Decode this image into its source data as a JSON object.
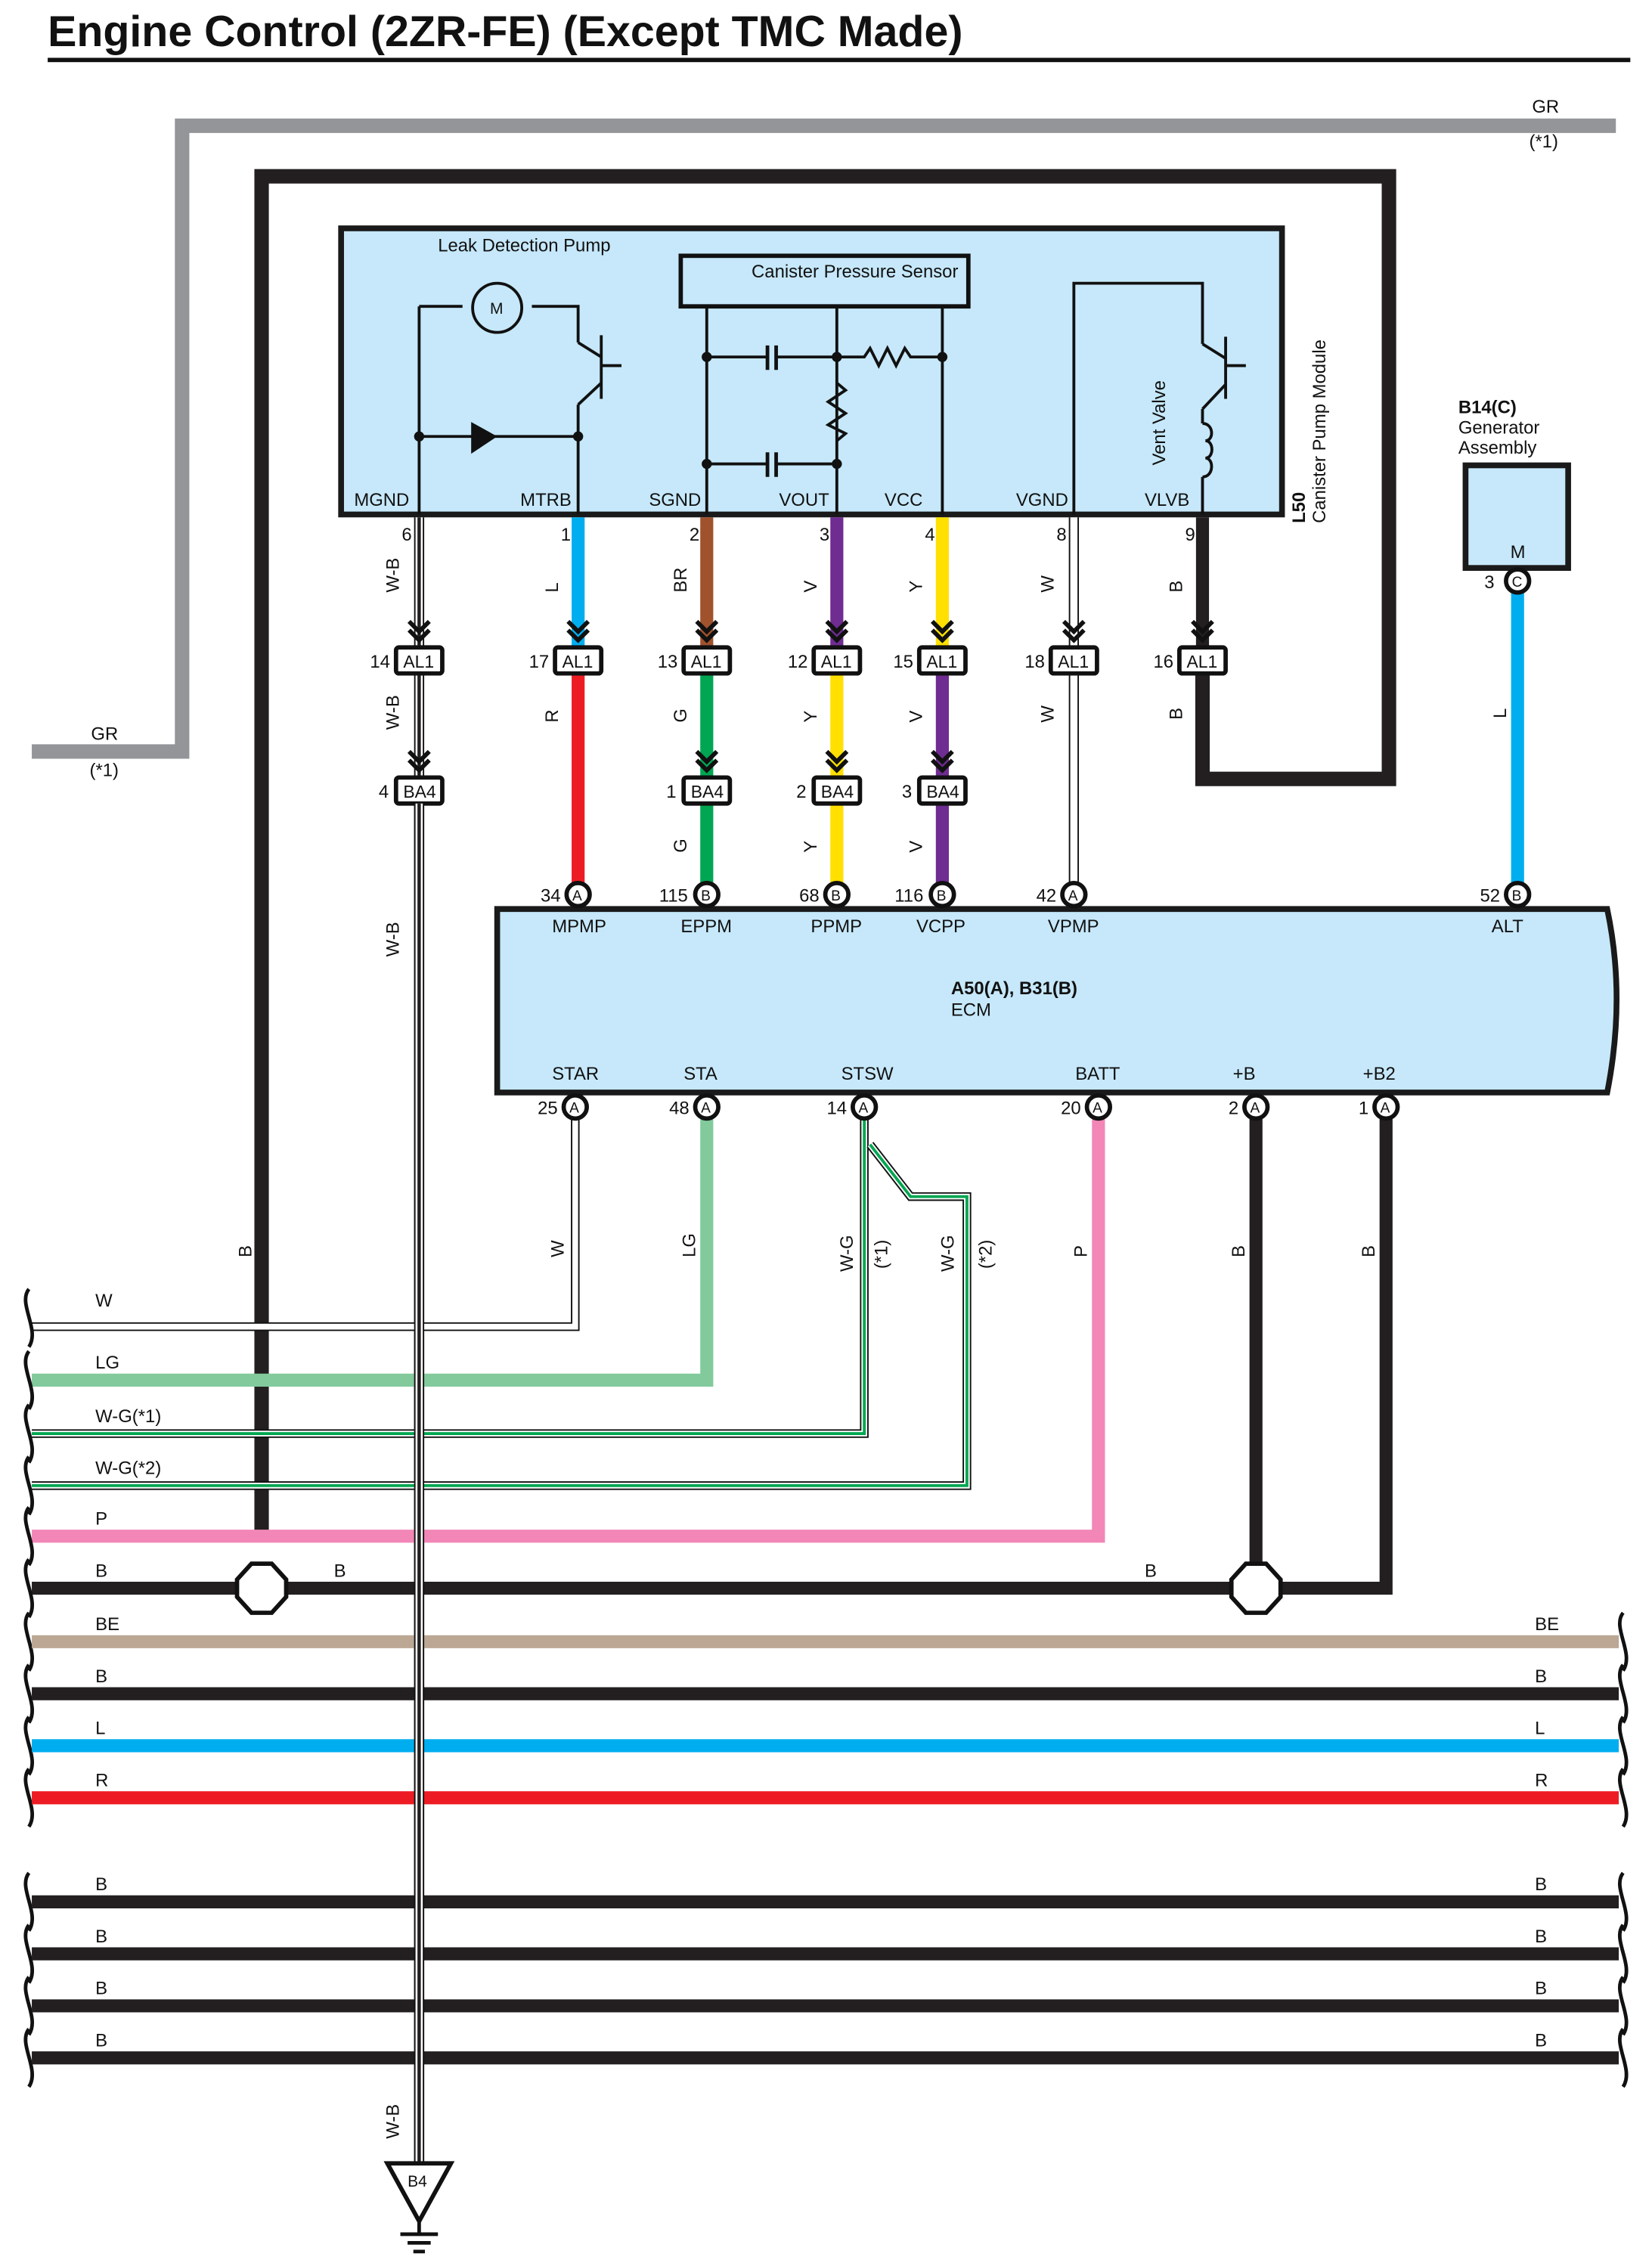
{
  "title": "Engine Control (2ZR-FE) (Except TMC Made)",
  "colors": {
    "GR": "#939598",
    "B": "#231f20",
    "L": "#00aeef",
    "BR": "#a0522d",
    "V": "#6f2c91",
    "Y": "#ffe000",
    "R": "#ed1c24",
    "G": "#00a651",
    "LG": "#82ca9c",
    "P": "#f287b7",
    "BE": "#bca795",
    "W": "#ffffff",
    "component_fill": "#c6e8fa"
  },
  "canister_module": {
    "id": "L50",
    "name": "Canister Pump Module",
    "leak_pump_label": "Leak Detection Pump",
    "motor_symbol": "M",
    "pressure_sensor_label": "Canister Pressure Sensor",
    "vent_valve_label": "Vent Valve",
    "pins": [
      {
        "name": "MGND",
        "pin": "6",
        "wire": "W-B",
        "al1": "14",
        "wire2": "W-B",
        "ba4": "4",
        "wire3": "W-B"
      },
      {
        "name": "MTRB",
        "pin": "1",
        "wire": "L",
        "al1": "17",
        "wire2": "R"
      },
      {
        "name": "SGND",
        "pin": "2",
        "wire": "BR",
        "al1": "13",
        "wire2": "G",
        "ba4": "1",
        "wire3": "G"
      },
      {
        "name": "VOUT",
        "pin": "3",
        "wire": "V",
        "al1": "12",
        "wire2": "Y",
        "ba4": "2",
        "wire3": "Y"
      },
      {
        "name": "VCC",
        "pin": "4",
        "wire": "Y",
        "al1": "15",
        "wire2": "V",
        "ba4": "3",
        "wire3": "V"
      },
      {
        "name": "VGND",
        "pin": "8",
        "wire": "W",
        "al1": "18",
        "wire2": "W"
      },
      {
        "name": "VLVB",
        "pin": "9",
        "wire": "B",
        "al1": "16",
        "wire2": "B"
      }
    ]
  },
  "connectors": {
    "al1": "AL1",
    "ba4": "BA4"
  },
  "generator": {
    "id": "B14(C)",
    "name": "Generator Assembly",
    "terminal": "M",
    "pin": "3",
    "pin_letter": "C",
    "wire": "L"
  },
  "ecm": {
    "id": "A50(A), B31(B)",
    "name": "ECM",
    "top_pins": [
      {
        "name": "MPMP",
        "num": "34",
        "letter": "A"
      },
      {
        "name": "EPPM",
        "num": "115",
        "letter": "B"
      },
      {
        "name": "PPMP",
        "num": "68",
        "letter": "B"
      },
      {
        "name": "VCPP",
        "num": "116",
        "letter": "B"
      },
      {
        "name": "VPMP",
        "num": "42",
        "letter": "A"
      },
      {
        "name": "ALT",
        "num": "52",
        "letter": "B"
      }
    ],
    "bottom_pins": [
      {
        "name": "STAR",
        "num": "25",
        "letter": "A",
        "wire": "W"
      },
      {
        "name": "STA",
        "num": "48",
        "letter": "A",
        "wire": "LG"
      },
      {
        "name": "STSW",
        "num": "14",
        "letter": "A",
        "wire": "W-G",
        "note1": "(*1)",
        "wire_alt": "W-G",
        "note2": "(*2)"
      },
      {
        "name": "BATT",
        "num": "20",
        "letter": "A",
        "wire": "P"
      },
      {
        "name": "+B",
        "num": "2",
        "letter": "A",
        "wire": "B"
      },
      {
        "name": "+B2",
        "num": "1",
        "letter": "A",
        "wire": "B"
      }
    ]
  },
  "gr_wire": {
    "label": "GR",
    "note": "(*1)"
  },
  "left_loop_wire": "B",
  "splice_wire_label": "B",
  "bus_wires": [
    {
      "left": "W"
    },
    {
      "left": "LG"
    },
    {
      "left": "W-G(*1)"
    },
    {
      "left": "W-G(*2)"
    },
    {
      "left": "P"
    },
    {
      "left": "B",
      "mid": "B",
      "mid2": "B"
    },
    {
      "left": "BE",
      "right": "BE"
    },
    {
      "left": "B",
      "right": "B"
    },
    {
      "left": "L",
      "right": "L"
    },
    {
      "left": "R",
      "right": "R"
    },
    {
      "left": "B",
      "right": "B"
    },
    {
      "left": "B",
      "right": "B"
    },
    {
      "left": "B",
      "right": "B"
    },
    {
      "left": "B",
      "right": "B"
    }
  ],
  "ground": {
    "id": "B4",
    "wire": "W-B"
  }
}
